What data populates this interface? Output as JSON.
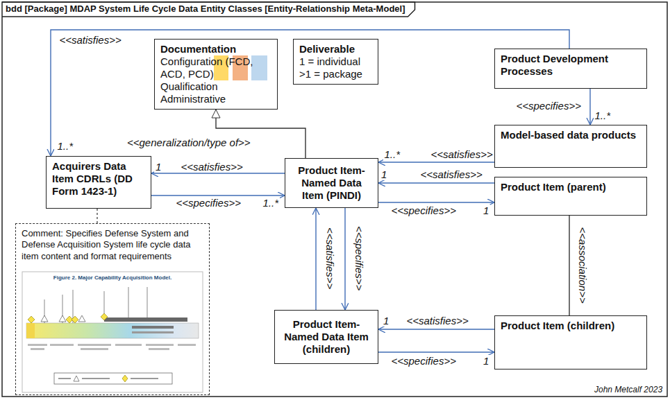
{
  "diagram": {
    "title": "bdd [Package] MDAP System Life Cycle Data Entity Classes [Entity-Relationship Meta-Model]",
    "nodes": [
      {
        "text": [
          "Documentation",
          "Configuration (FCD, ACD, PCD)",
          "Qualification",
          "Administrative"
        ]
      },
      {
        "text": [
          "Deliverable",
          "1 = individual",
          ">1 = package"
        ]
      },
      {
        "text": [
          "Product Development Processes"
        ]
      },
      {
        "text": [
          "Acquirers Data Item CDRLs (DD Form 1423-1)"
        ]
      },
      {
        "text": [
          "Product Item-Named Data Item (PINDI)"
        ]
      },
      {
        "text": [
          "Model-based data products"
        ]
      },
      {
        "text": [
          "Product Item (parent)"
        ]
      },
      {
        "text": [
          "Product Item-Named Data Item (children)"
        ]
      },
      {
        "text": [
          "Product Item (children)"
        ]
      },
      {
        "text": [
          "Comment: Specifies Defense System and Defense Acquisition System life cycle data item content and format requirements",
          "Figure 2. Major Capability Acquisition Model."
        ]
      }
    ],
    "edges": [
      {
        "from": 2,
        "to": 3,
        "label": "<<satisfies>>",
        "arrow": "to"
      },
      {
        "from": 2,
        "to": 5,
        "label": "<<specifies>>",
        "arrow": "to"
      },
      {
        "from": 4,
        "to": 0,
        "label": "<<generalization/type of>>",
        "arrow": "to"
      },
      {
        "from": 5,
        "to": 4,
        "label": "<<satisfies>>",
        "arrow": "to"
      },
      {
        "from": 4,
        "to": 3,
        "label": "<<satisfies>>",
        "arrow": "to"
      },
      {
        "from": 3,
        "to": 4,
        "label": "<<specifies>>",
        "arrow": "to"
      },
      {
        "from": 6,
        "to": 4,
        "label": "<<satisfies>>",
        "arrow": "to"
      },
      {
        "from": 4,
        "to": 6,
        "label": "<<specifies>>",
        "arrow": "to"
      },
      {
        "from": 7,
        "to": 4,
        "label": "<<satisfies>>",
        "arrow": "to"
      },
      {
        "from": 4,
        "to": 7,
        "label": "<<specifies>>",
        "arrow": "to"
      },
      {
        "from": 6,
        "to": 8,
        "label": "<<association>>",
        "arrow": "none"
      },
      {
        "from": 8,
        "to": 7,
        "label": "<<satisfies>>",
        "arrow": "to"
      },
      {
        "from": 7,
        "to": 8,
        "label": "<<specifies>>",
        "arrow": "to"
      },
      {
        "from": 3,
        "to": 9,
        "arrow": "none"
      }
    ],
    "labels": [
      "1..*",
      "1..*",
      "1..*",
      "1",
      "1..*",
      "1",
      "1",
      "1",
      "1",
      "John Metcalf 2023"
    ]
  }
}
